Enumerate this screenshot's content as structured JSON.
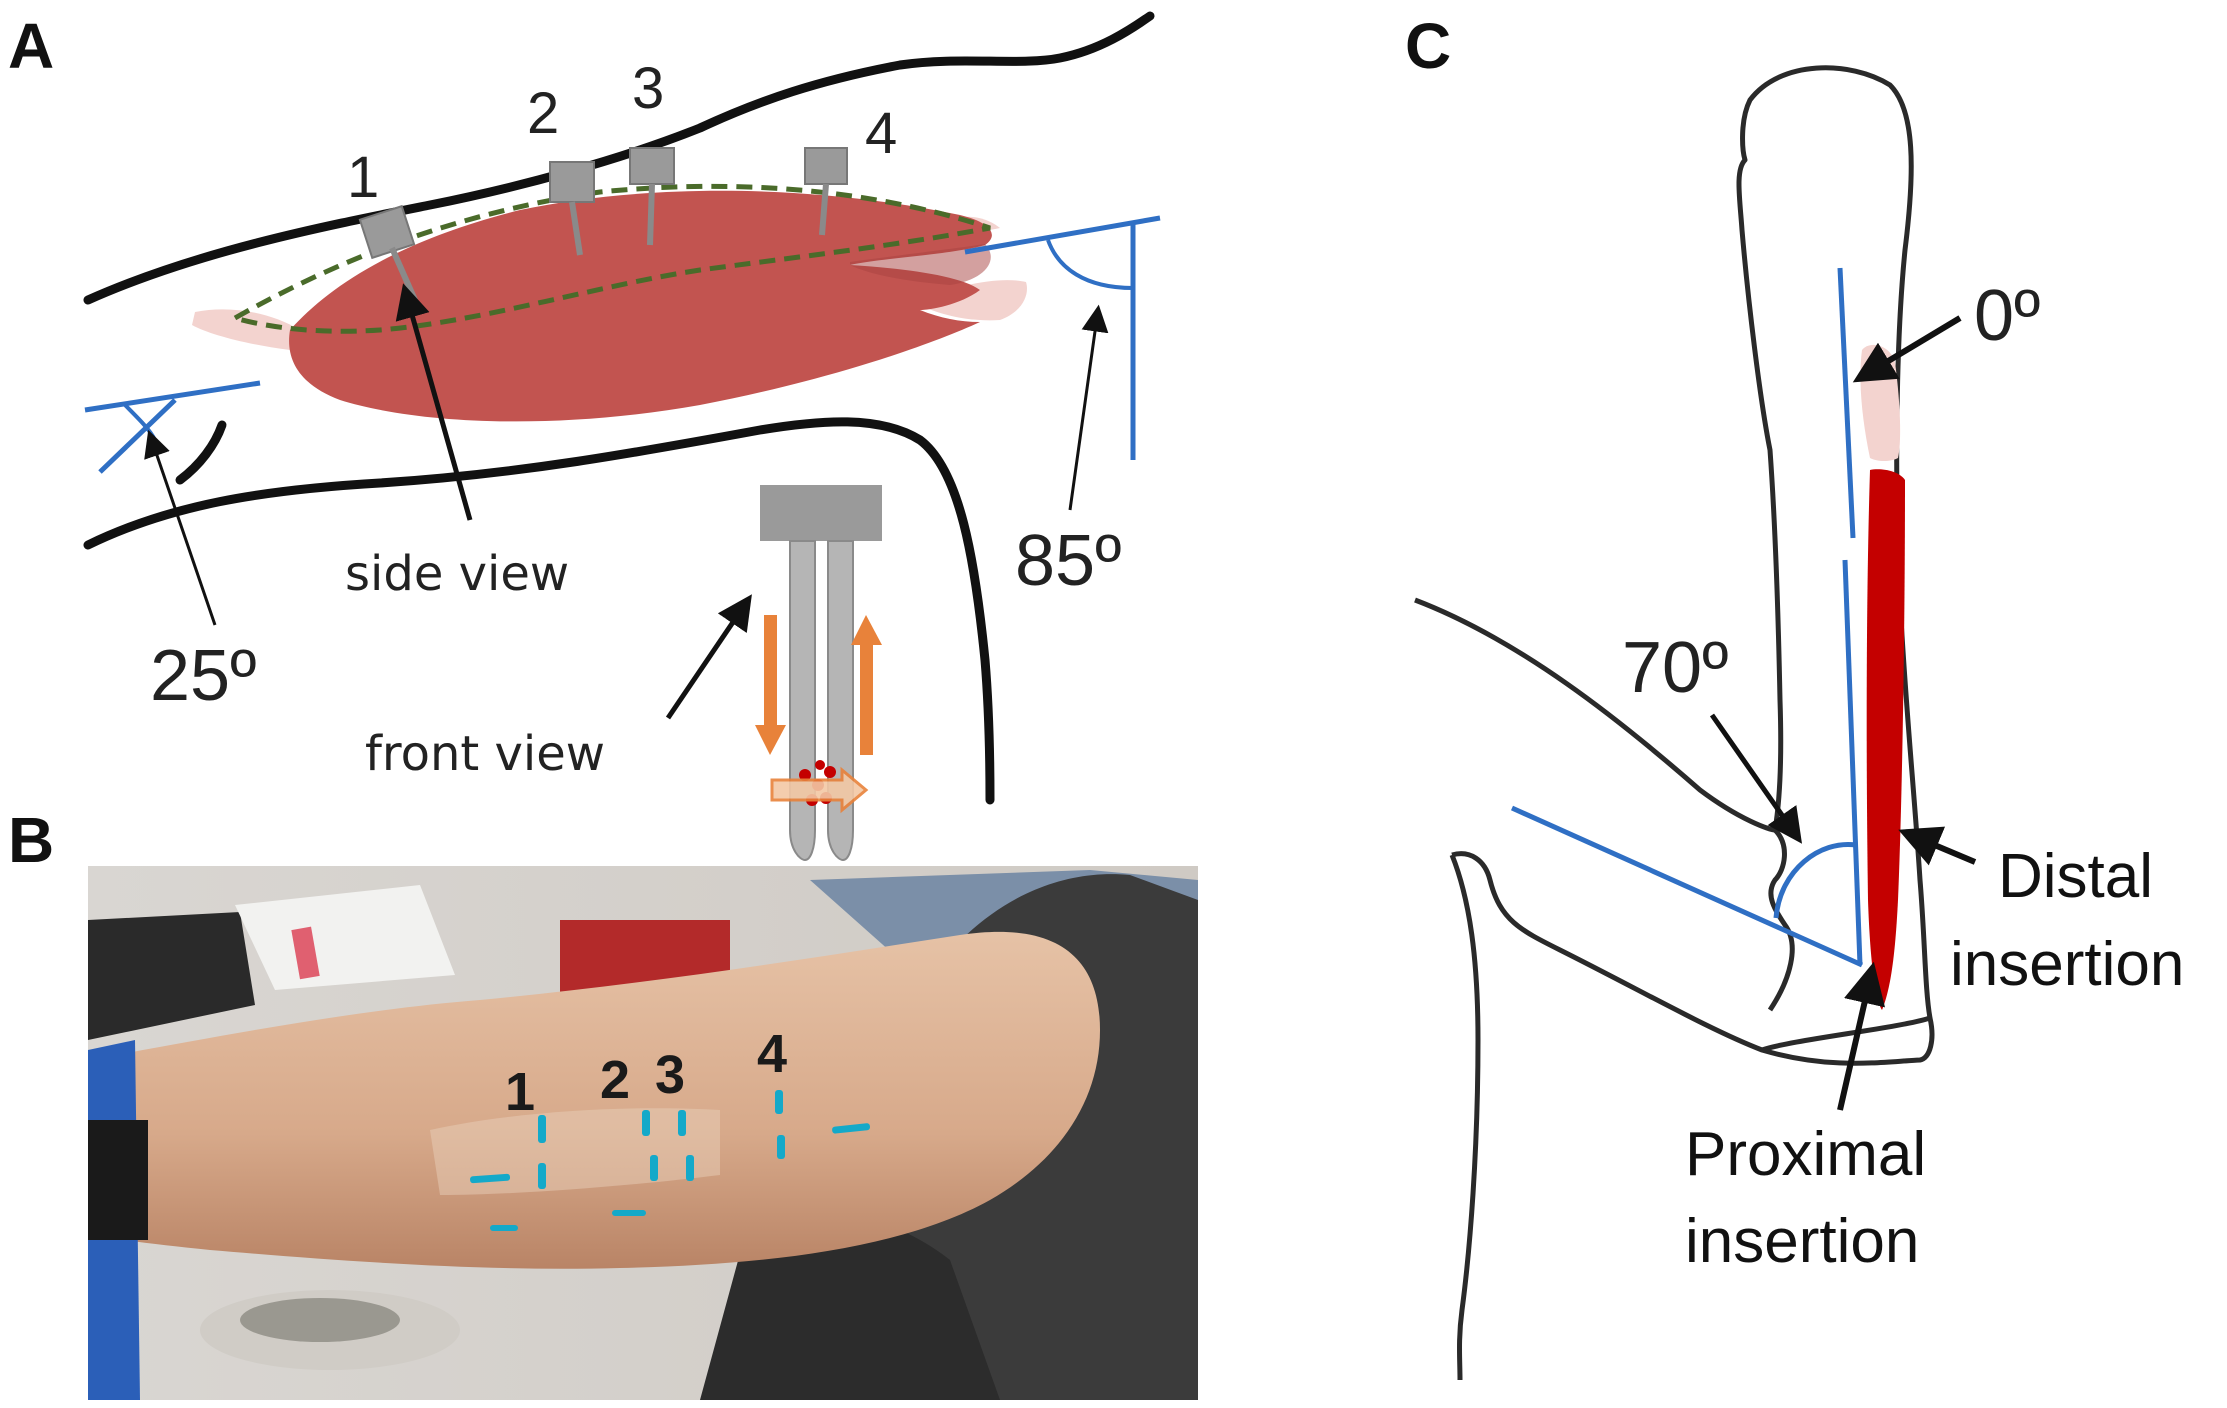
{
  "colors": {
    "muscle": "#c25450",
    "muscle_dark": "#a84240",
    "tendon": "#f3d3cf",
    "outline": "#111111",
    "angle_line": "#2f6fc4",
    "arrow_orange": "#e8823a",
    "electrode": "#9a9a9a",
    "red_muscle_c": "#c40000",
    "skin": "#d9b094",
    "marker": "#14a9c9"
  },
  "panelA": {
    "letter": "A",
    "electrodes": [
      "1",
      "2",
      "3",
      "4"
    ],
    "side_view": "side view",
    "front_view": "front view",
    "angle_left": "25º",
    "angle_right": "85º"
  },
  "panelB": {
    "letter": "B",
    "markers": [
      "1",
      "2",
      "3",
      "4"
    ]
  },
  "panelC": {
    "letter": "C",
    "angle_top": "0º",
    "angle_elbow": "70º",
    "distal_1": "Distal",
    "distal_2": "insertion",
    "proximal_1": "Proximal",
    "proximal_2": "insertion"
  }
}
